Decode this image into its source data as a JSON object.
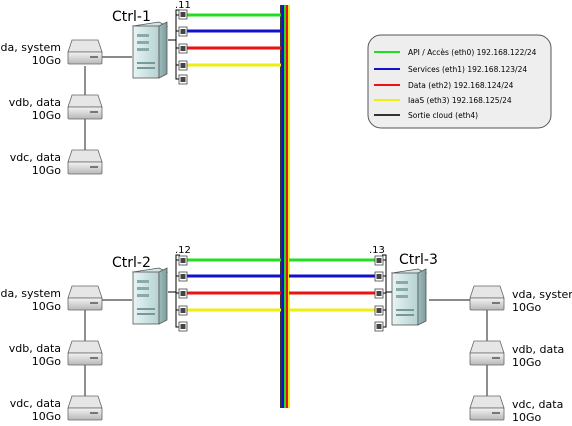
{
  "controllers": [
    {
      "id": "ctrl1",
      "name": "Ctrl-1",
      "ip_suffix": ".11"
    },
    {
      "id": "ctrl2",
      "name": "Ctrl-2",
      "ip_suffix": ".12"
    },
    {
      "id": "ctrl3",
      "name": "Ctrl-3",
      "ip_suffix": ".13"
    }
  ],
  "disks": {
    "vda": {
      "line1": "vda, system",
      "line2": "10Go"
    },
    "vdb": {
      "line1": "vdb, data",
      "line2": "10Go"
    },
    "vdc": {
      "line1": "vdc, data",
      "line2": "10Go"
    }
  },
  "networks": [
    {
      "id": "eth0",
      "label": "API / Accès (eth0) 192.168.122/24",
      "color": "#22dd22"
    },
    {
      "id": "eth1",
      "label": "Services (eth1) 192.168.123/24",
      "color": "#1111cc"
    },
    {
      "id": "eth2",
      "label": "Data (eth2) 192.168.124/24",
      "color": "#ee1111"
    },
    {
      "id": "eth3",
      "label": "IaaS (eth3) 192.168.125/24",
      "color": "#eeee11"
    },
    {
      "id": "eth4",
      "label": "Sortie cloud (eth4)",
      "color": "#333333"
    }
  ]
}
